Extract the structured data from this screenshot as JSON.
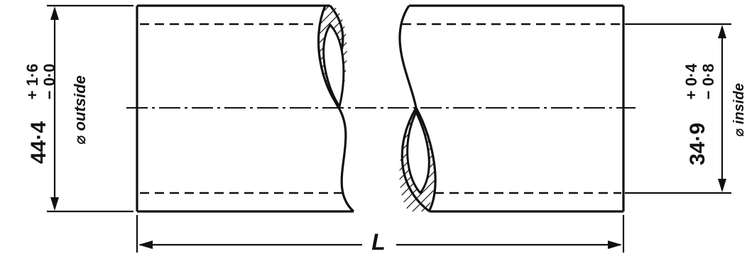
{
  "left_dimension": {
    "nominal": "44·4",
    "upper_tolerance": "+ 1·6",
    "lower_tolerance": "− 0·0",
    "label": "⌀ outside"
  },
  "right_dimension": {
    "nominal": "34·9",
    "upper_tolerance": "+ 0·4",
    "lower_tolerance": "− 0·8",
    "label": "⌀ inside"
  },
  "length_dimension": {
    "label": "L"
  },
  "colors": {
    "ink": "#111111",
    "background": "#ffffff"
  }
}
